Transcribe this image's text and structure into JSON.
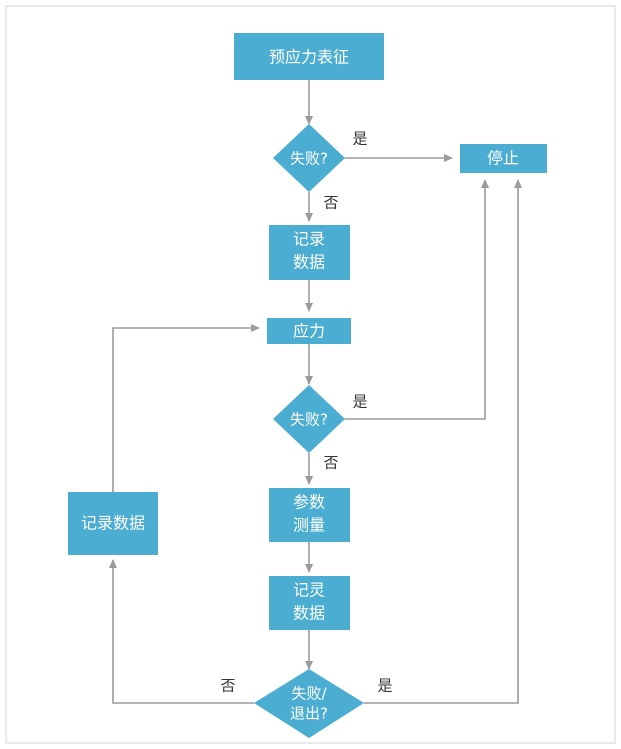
{
  "diagram": {
    "type": "flowchart",
    "title": "",
    "colors": {
      "node_fill": "#4BADD2",
      "node_text": "#ffffff",
      "edge_stroke": "#9b9b9b",
      "edge_label_text": "#333333",
      "canvas_background": "#ffffff",
      "canvas_border": "#e2e2e2"
    },
    "nodes": [
      {
        "id": "prestress",
        "shape": "rectangle",
        "label": "预应力表征",
        "lines": [
          "预应力表征"
        ]
      },
      {
        "id": "fail1",
        "shape": "diamond",
        "label": "失败?",
        "lines": [
          "失败?"
        ]
      },
      {
        "id": "stop",
        "shape": "rectangle",
        "label": "停止",
        "lines": [
          "停止"
        ]
      },
      {
        "id": "record1",
        "shape": "rectangle",
        "label": "记录数据",
        "lines": [
          "记录",
          "数据"
        ]
      },
      {
        "id": "stress",
        "shape": "rectangle",
        "label": "应力",
        "lines": [
          "应力"
        ]
      },
      {
        "id": "fail2",
        "shape": "diamond",
        "label": "失败?",
        "lines": [
          "失败?"
        ]
      },
      {
        "id": "measure",
        "shape": "rectangle",
        "label": "参数测量",
        "lines": [
          "参数",
          "测量"
        ]
      },
      {
        "id": "record2",
        "shape": "rectangle",
        "label": "记灵数据",
        "lines": [
          "记灵",
          "数据"
        ]
      },
      {
        "id": "failexit",
        "shape": "diamond",
        "label": "失败/退出?",
        "lines": [
          "失败/",
          "退出?"
        ]
      },
      {
        "id": "record3",
        "shape": "rectangle",
        "label": "记录数据",
        "lines": [
          "记录数据"
        ]
      }
    ],
    "edges": [
      {
        "from": "prestress",
        "to": "fail1",
        "label": ""
      },
      {
        "from": "fail1",
        "to": "stop",
        "label": "是"
      },
      {
        "from": "fail1",
        "to": "record1",
        "label": "否"
      },
      {
        "from": "record1",
        "to": "stress",
        "label": ""
      },
      {
        "from": "stress",
        "to": "fail2",
        "label": ""
      },
      {
        "from": "fail2",
        "to": "stop",
        "label": "是"
      },
      {
        "from": "fail2",
        "to": "measure",
        "label": "否"
      },
      {
        "from": "measure",
        "to": "record2",
        "label": ""
      },
      {
        "from": "record2",
        "to": "failexit",
        "label": ""
      },
      {
        "from": "failexit",
        "to": "stop",
        "label": "是"
      },
      {
        "from": "failexit",
        "to": "record3",
        "label": "否"
      },
      {
        "from": "record3",
        "to": "stress",
        "label": ""
      }
    ],
    "edge_labels": {
      "fail1_yes": "是",
      "fail1_no": "否",
      "fail2_yes": "是",
      "fail2_no": "否",
      "failexit_yes": "是",
      "failexit_no": "否"
    }
  }
}
